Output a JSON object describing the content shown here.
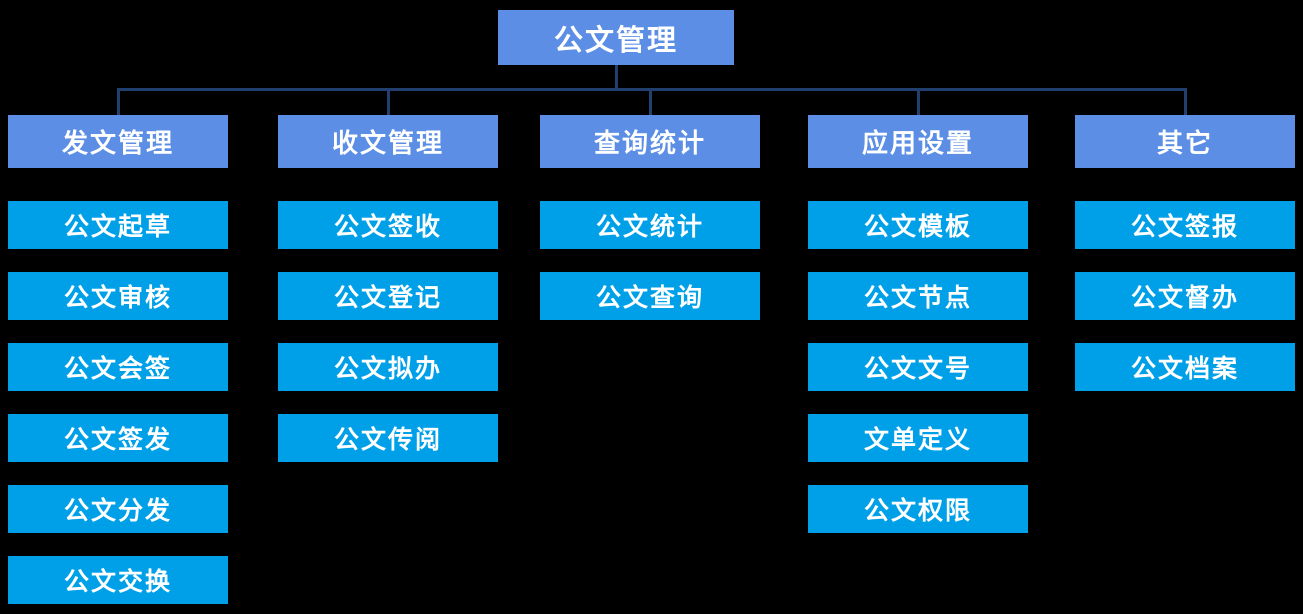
{
  "chart": {
    "root": "公文管理",
    "columns": [
      {
        "header": "发文管理",
        "items": [
          "公文起草",
          "公文审核",
          "公文会签",
          "公文签发",
          "公文分发",
          "公文交换"
        ]
      },
      {
        "header": "收文管理",
        "items": [
          "公文签收",
          "公文登记",
          "公文拟办",
          "公文传阅"
        ]
      },
      {
        "header": "查询统计",
        "items": [
          "公文统计",
          "公文查询"
        ]
      },
      {
        "header": "应用设置",
        "items": [
          "公文模板",
          "公文节点",
          "公文文号",
          "文单定义",
          "公文权限"
        ]
      },
      {
        "header": "其它",
        "items": [
          "公文签报",
          "公文督办",
          "公文档案"
        ]
      }
    ],
    "colors": {
      "background": "#000000",
      "root_fill": "#5b8ee4",
      "header_fill": "#5b8ee4",
      "item_fill": "#00a0e9",
      "text": "#ffffff",
      "connector": "#22406f"
    }
  }
}
